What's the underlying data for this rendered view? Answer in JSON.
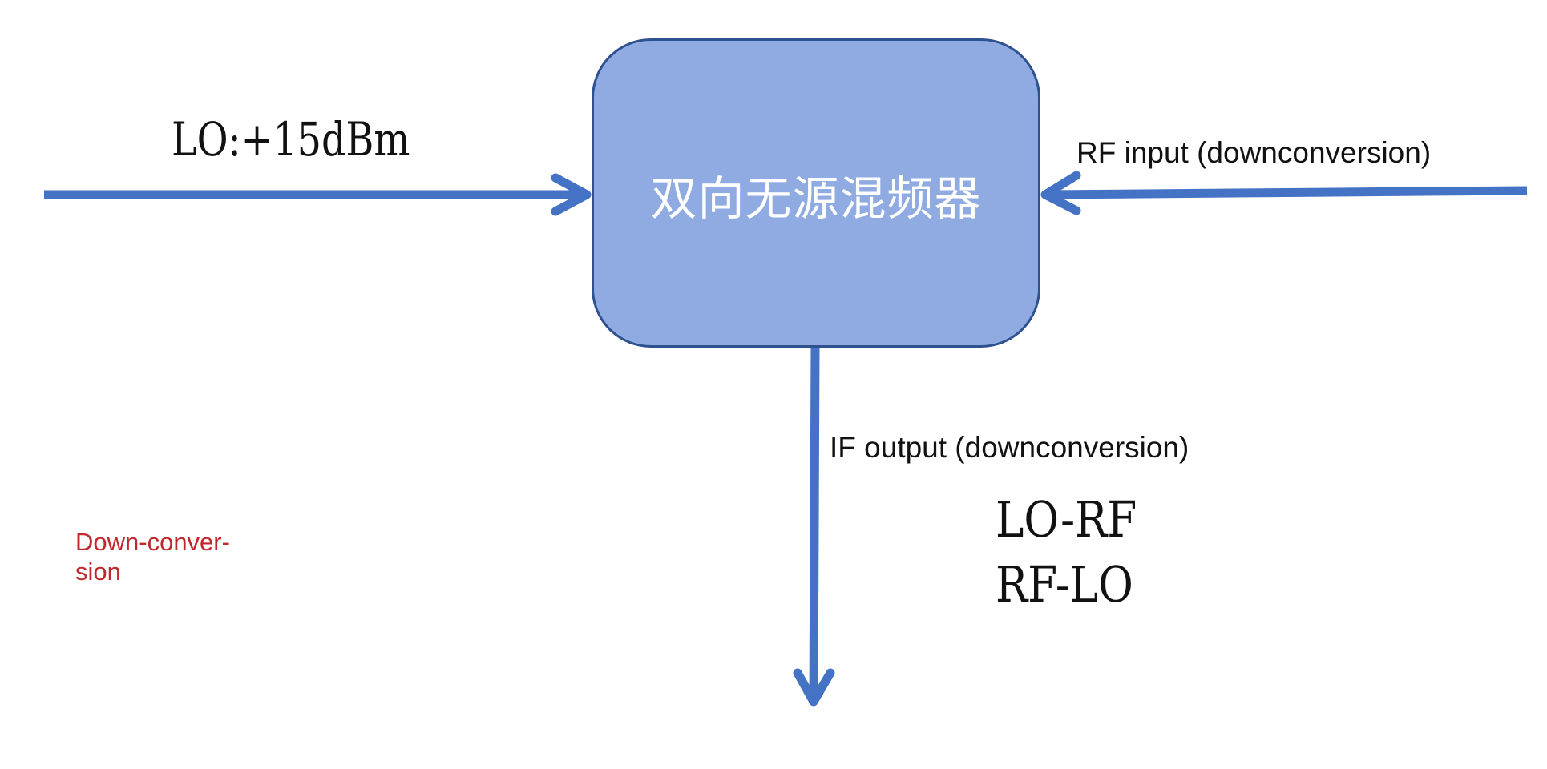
{
  "mixer": {
    "label": "双向无源混频器"
  },
  "ports": {
    "lo_label": "LO:+15dBm",
    "rf_label": "RF input (downconversion)",
    "if_label": "IF output (downconversion)"
  },
  "if_products": [
    "LO-RF",
    "RF-LO"
  ],
  "note": {
    "text": "Down-conver-\nsion"
  },
  "colors": {
    "arrow": "#4472c4",
    "box_fill": "#8fabe2",
    "box_border": "#2f528f",
    "note": "#c0282d"
  }
}
